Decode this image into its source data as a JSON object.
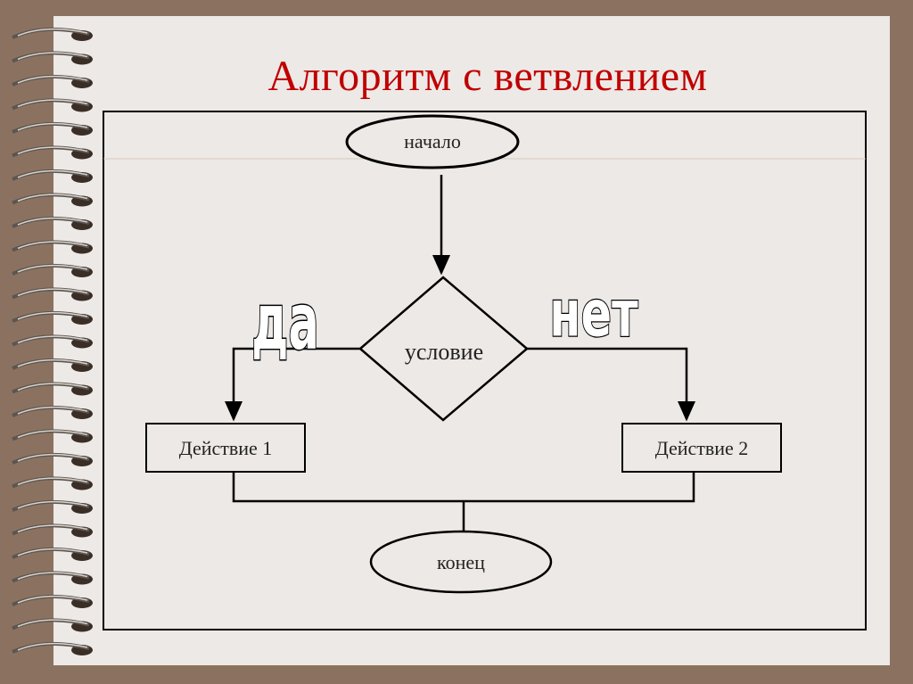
{
  "title": "Алгоритм с ветвлением",
  "nodes": {
    "start": "начало",
    "condition": "условие",
    "action1": "Действие 1",
    "action2": "Действие 2",
    "end": "конец"
  },
  "branches": {
    "yes": "да",
    "no": "нет"
  },
  "colors": {
    "title": "#c00000",
    "background": "#8b7260",
    "paper": "#ede9e6"
  }
}
